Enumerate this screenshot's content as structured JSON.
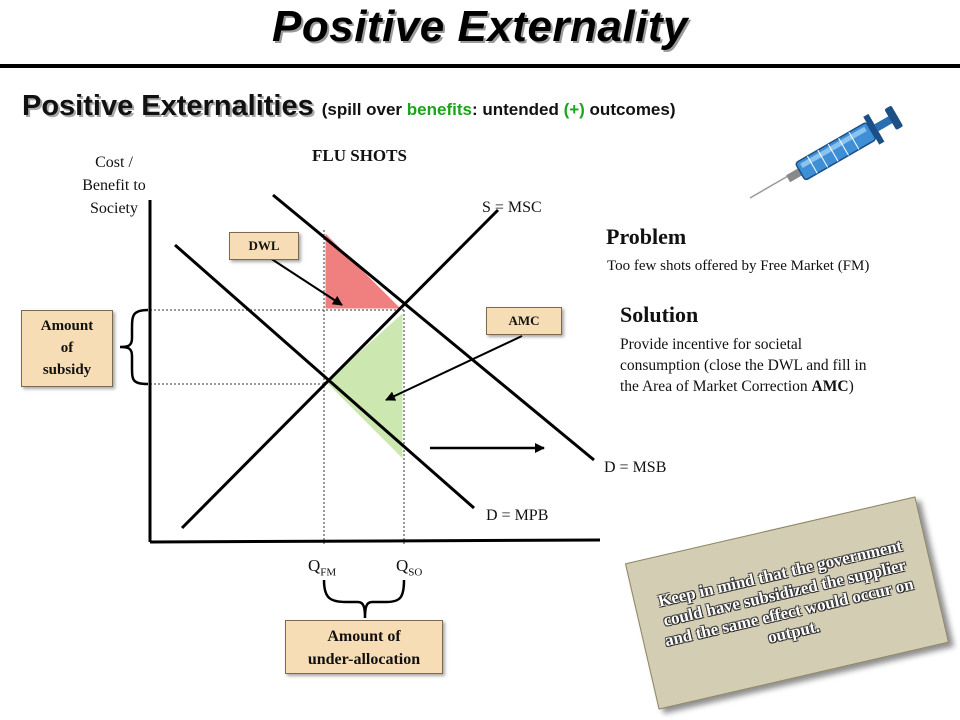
{
  "title": "Positive Externality",
  "subtitle": {
    "main": "Positive Externalities",
    "paren_open": "(spill over ",
    "benefits": "benefits",
    "mid": ": untended ",
    "plus": "(+)",
    "paren_close": " outcomes)"
  },
  "diagram": {
    "chart_title": "FLU SHOTS",
    "y_axis_label": [
      "Cost /",
      "Benefit to",
      "Society"
    ],
    "curve_labels": {
      "supply": "S = MSC",
      "msb": "D = MSB",
      "mpb": "D = MPB"
    },
    "q_labels": {
      "q_fm_main": "Q",
      "q_fm_sub": "FM",
      "q_so_main": "Q",
      "q_so_sub": "SO"
    },
    "dwl_label": "DWL",
    "amc_label": "AMC",
    "subsidy_box": [
      "Amount",
      "of",
      "subsidy"
    ],
    "underallocation_box": [
      "Amount of",
      "under-allocation"
    ]
  },
  "problem": {
    "heading": "Problem",
    "text": "Too few shots offered by Free Market (FM)"
  },
  "solution": {
    "heading": "Solution",
    "lines": [
      "Provide incentive for societal",
      "consumption (close the DWL and fill in",
      "the Area of Market Correction "
    ],
    "amc_bold": "AMC",
    "close_paren": ")"
  },
  "note": "Keep in mind that the government could have subsidized the supplier and the same effect would occur on output.",
  "colors": {
    "dwl_fill": "#f08080",
    "amc_fill": "#cce8b0",
    "box_fill": "#f6ddb6",
    "card_fill": "#d3cdb4",
    "benefits_green": "#1aa51a"
  }
}
